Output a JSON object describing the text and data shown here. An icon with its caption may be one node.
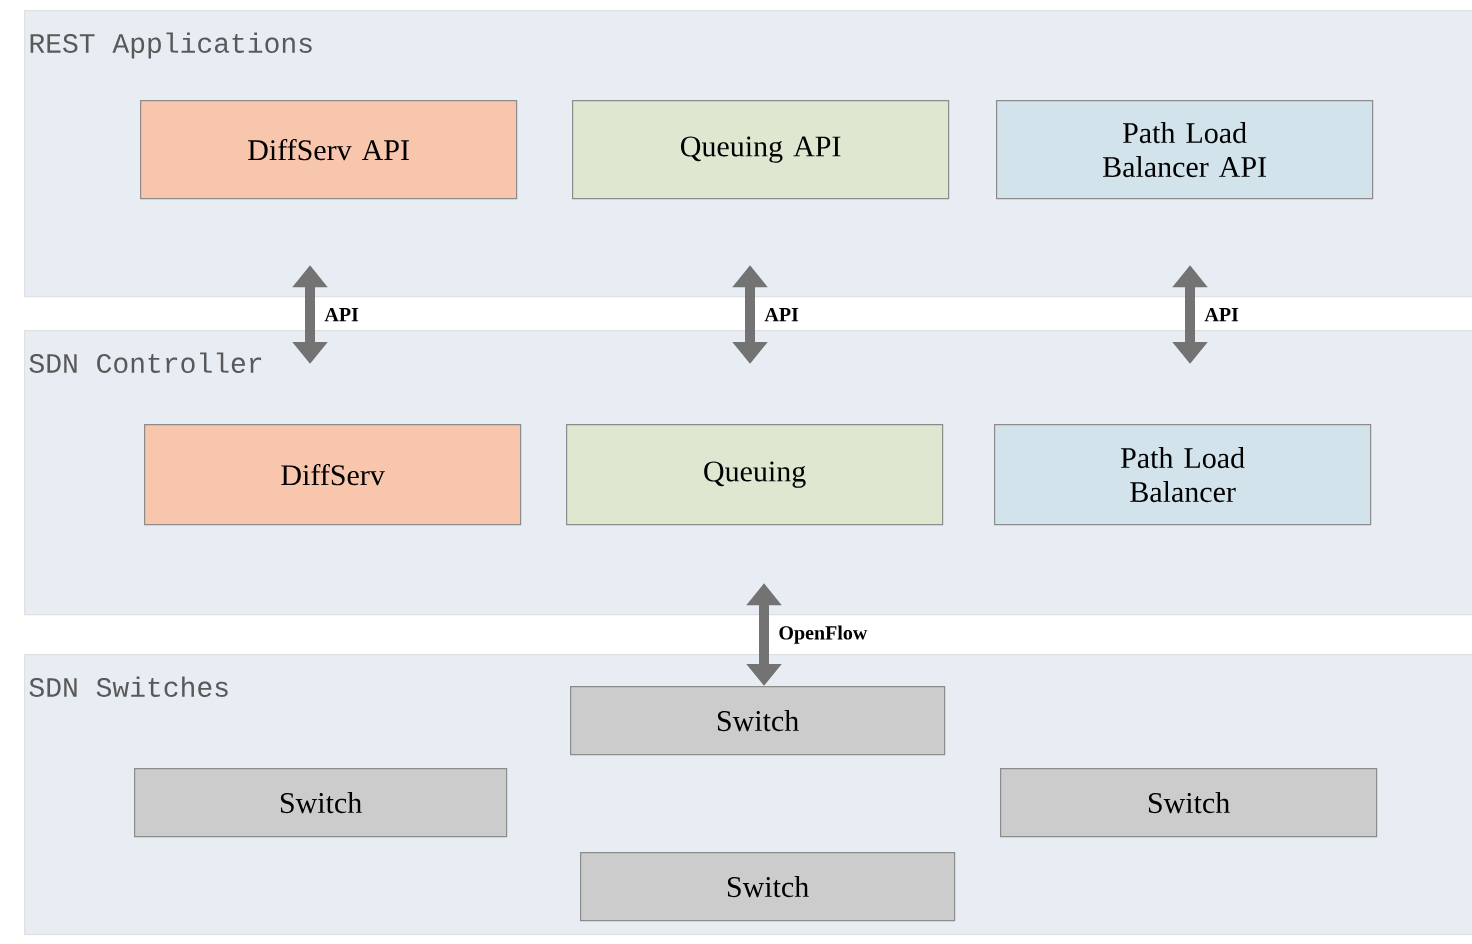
{
  "diagram": {
    "nodes": [
      {
        "text": [
          "REST Applications"
        ]
      },
      {
        "text": [
          "DiffServ API"
        ],
        "in": 0
      },
      {
        "text": [
          "Queuing API"
        ],
        "in": 0
      },
      {
        "text": [
          "Path Load Balancer API"
        ],
        "in": 0
      },
      {
        "text": [
          "SDN Controller"
        ]
      },
      {
        "text": [
          "DiffServ"
        ],
        "in": 4
      },
      {
        "text": [
          "Queuing"
        ],
        "in": 4
      },
      {
        "text": [
          "Path Load Balancer"
        ],
        "in": 4
      },
      {
        "text": [
          "SDN Switches"
        ]
      },
      {
        "text": [
          "Switch"
        ],
        "in": 8
      },
      {
        "text": [
          "Switch"
        ],
        "in": 8
      },
      {
        "text": [
          "Switch"
        ],
        "in": 8
      },
      {
        "text": [
          "Switch"
        ],
        "in": 8
      }
    ],
    "edges": [
      {
        "from": 0,
        "to": 4,
        "arrow": "both",
        "label": "API"
      },
      {
        "from": 0,
        "to": 4,
        "arrow": "both",
        "label": "API"
      },
      {
        "from": 0,
        "to": 4,
        "arrow": "both",
        "label": "API"
      },
      {
        "from": 4,
        "to": 9,
        "arrow": "both",
        "label": "OpenFlow"
      }
    ]
  }
}
